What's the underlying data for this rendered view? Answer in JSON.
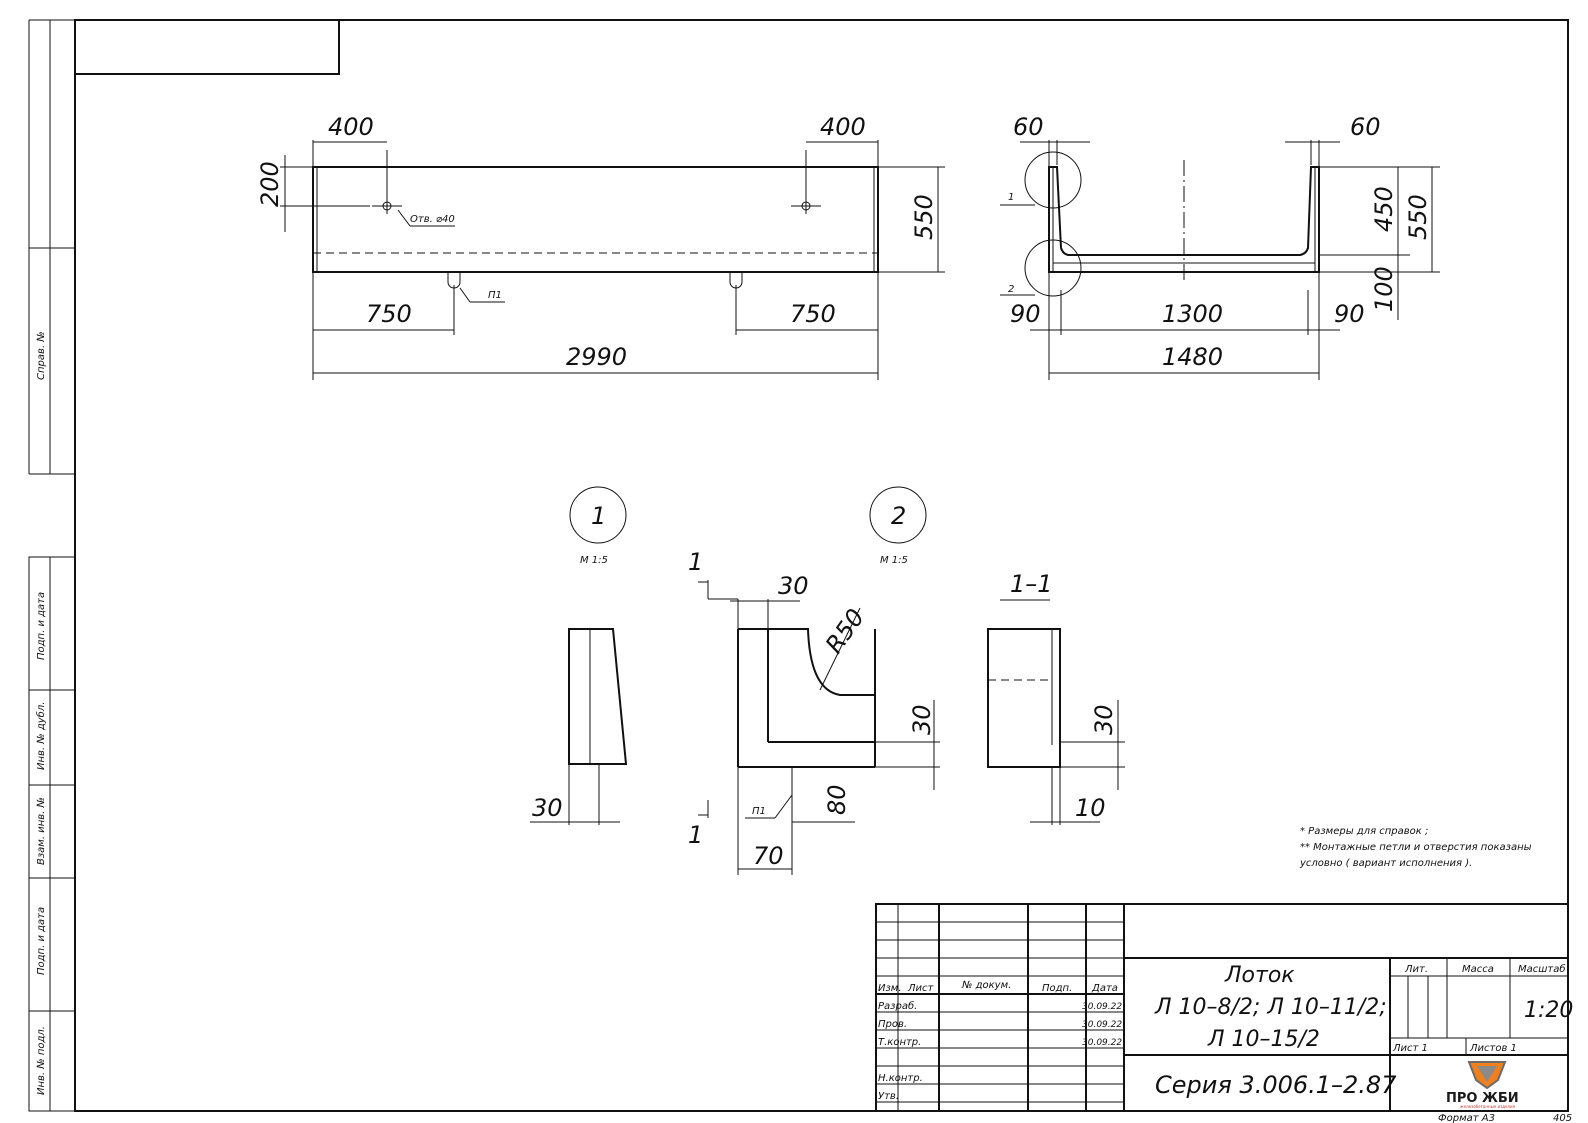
{
  "side_labels": {
    "sprav": "Справ. №",
    "podp1": "Подп. и дата",
    "inv_dubl": "Инв. № дубл.",
    "vzam": "Взам. инв. №",
    "podp2": "Подп. и дата",
    "inv_podl": "Инв. № подл."
  },
  "front_view": {
    "dim_400_left": "400",
    "dim_400_right": "400",
    "dim_200": "200",
    "dim_550": "550",
    "hole_label": "Отв. ⌀40",
    "loop_label": "П1",
    "dim_750_left": "750",
    "dim_750_right": "750",
    "dim_2990": "2990"
  },
  "section_view": {
    "dim_60_left": "60",
    "dim_60_right": "60",
    "dim_450": "450",
    "dim_550": "550",
    "dim_100": "100",
    "dim_90_left": "90",
    "dim_1300": "1300",
    "dim_90_right": "90",
    "dim_1480": "1480",
    "callout_1": "1",
    "callout_2": "2"
  },
  "details": {
    "node1_label": "1",
    "node1_scale": "М 1:5",
    "node2_label": "2",
    "node2_scale": "М 1:5",
    "d1_dim_30": "30",
    "d2_cut_top": "1",
    "d2_cut_bottom": "1",
    "d2_dim_30_top": "30",
    "d2_radius": "R50",
    "d2_dim_30_right": "30",
    "d2_dim_80": "80",
    "d2_loop": "П1",
    "d2_dim_70": "70",
    "section_title": "1–1",
    "s_dim_30": "30",
    "s_dim_10": "10"
  },
  "notes": {
    "line1": "* Размеры для справок ;",
    "line2": "** Монтажные петли и отверстия показаны",
    "line3": "условно ( вариант исполнения )."
  },
  "title_block": {
    "col_izm": "Изм.",
    "col_list": "Лист",
    "col_ndoc": "№ докум.",
    "col_podp": "Подп.",
    "col_data": "Дата",
    "row_razrab": "Разраб.",
    "row_prov": "Пров.",
    "row_tkontr": "Т.контр.",
    "row_nkontr": "Н.контр.",
    "row_utv": "Утв.",
    "date1": "30.09.22",
    "date2": "30.09.22",
    "date3": "30.09.22",
    "name_line1": "Лоток",
    "name_line2": "Л 10–8/2; Л 10–11/2;",
    "name_line3": "Л 10–15/2",
    "series": "Серия 3.006.1–2.87",
    "lit_header": "Лит.",
    "mass_header": "Масса",
    "scale_header": "Масштаб",
    "scale_value": "1:20",
    "sheet": "Лист 1",
    "sheets": "Листов 1",
    "logo_text": "ПРО ЖБИ",
    "logo_sub": "железобетонные изделия"
  },
  "footer": {
    "format": "Формат А3",
    "code": "405"
  }
}
